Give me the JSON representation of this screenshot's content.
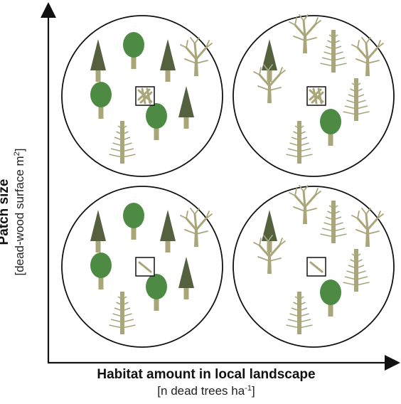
{
  "y_axis": {
    "title": "Patch size",
    "unit_prefix": "[dead-wood surface m",
    "unit_sup": "2",
    "unit_suffix": "]"
  },
  "x_axis": {
    "title": "Habitat amount in local landscape",
    "unit_prefix": "[n dead trees ha",
    "unit_sup": "-1",
    "unit_suffix": "]"
  },
  "colors": {
    "living_conifer": "#55603f",
    "living_deciduous": "#4d8b45",
    "trunk": "#a9a67a",
    "dead_tree": "#a9a67a",
    "axis": "#111111"
  },
  "icons": [
    "living-conifer-icon",
    "living-deciduous-icon",
    "dead-conifer-icon",
    "dead-deciduous-icon",
    "dead-wood-piece-icon"
  ],
  "panels": [
    {
      "name": "panel-large-patch-low-amount",
      "patch_size": "large",
      "habitat_amount": "low",
      "dead_wood_pieces": 3
    },
    {
      "name": "panel-large-patch-high-amount",
      "patch_size": "large",
      "habitat_amount": "high",
      "dead_wood_pieces": 3
    },
    {
      "name": "panel-small-patch-low-amount",
      "patch_size": "small",
      "habitat_amount": "low",
      "dead_wood_pieces": 1
    },
    {
      "name": "panel-small-patch-high-amount",
      "patch_size": "small",
      "habitat_amount": "high",
      "dead_wood_pieces": 1
    }
  ]
}
